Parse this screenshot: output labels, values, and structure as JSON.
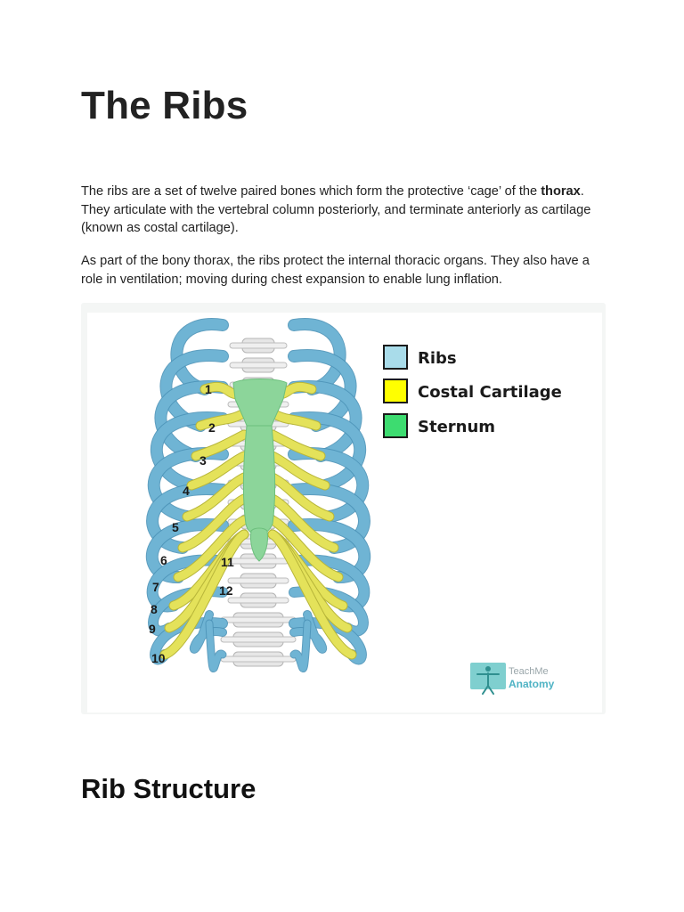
{
  "title": "The Ribs",
  "intro": {
    "p1_before": "The ribs are a set of twelve paired bones which form the protective ‘cage’ of the ",
    "p1_bold": "thorax",
    "p1_after": ". They articulate with the vertebral column posteriorly, and terminate anteriorly as cartilage (known as costal cartilage).",
    "p2": "As part of the bony thorax, the ribs protect the internal thoracic organs. They also have a role in ventilation; moving during chest expansion to enable lung inflation."
  },
  "figure": {
    "legend": [
      {
        "label": "Ribs",
        "color": "#a9dcea"
      },
      {
        "label": "Costal Cartilage",
        "color": "#ffff00"
      },
      {
        "label": "Sternum",
        "color": "#3ddc70"
      }
    ],
    "rib_numbers": [
      "1",
      "2",
      "3",
      "4",
      "5",
      "6",
      "7",
      "8",
      "9",
      "10",
      "11",
      "12"
    ],
    "watermark": {
      "line1": "TeachMe",
      "line2": "Anatomy"
    },
    "colors": {
      "rib": "#6fb4d4",
      "rib_dark": "#4d93b8",
      "cartilage": "#e4e25a",
      "sternum": "#8cd59a",
      "spine": "#e6e6e6"
    }
  },
  "section_title": "Rib Structure"
}
